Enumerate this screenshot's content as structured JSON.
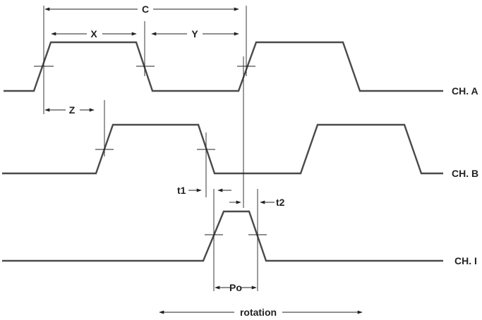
{
  "labels": {
    "C": "C",
    "X": "X",
    "Y": "Y",
    "Z": "Z",
    "t1": "t1",
    "t2": "t2",
    "Po": "Po",
    "rotation": "rotation"
  },
  "channels": {
    "a": "CH. A",
    "b": "CH. B",
    "i": "CH. I"
  },
  "colors": {
    "waveform": "#4a4a4a",
    "lines": "#222222",
    "background": "#ffffff"
  }
}
